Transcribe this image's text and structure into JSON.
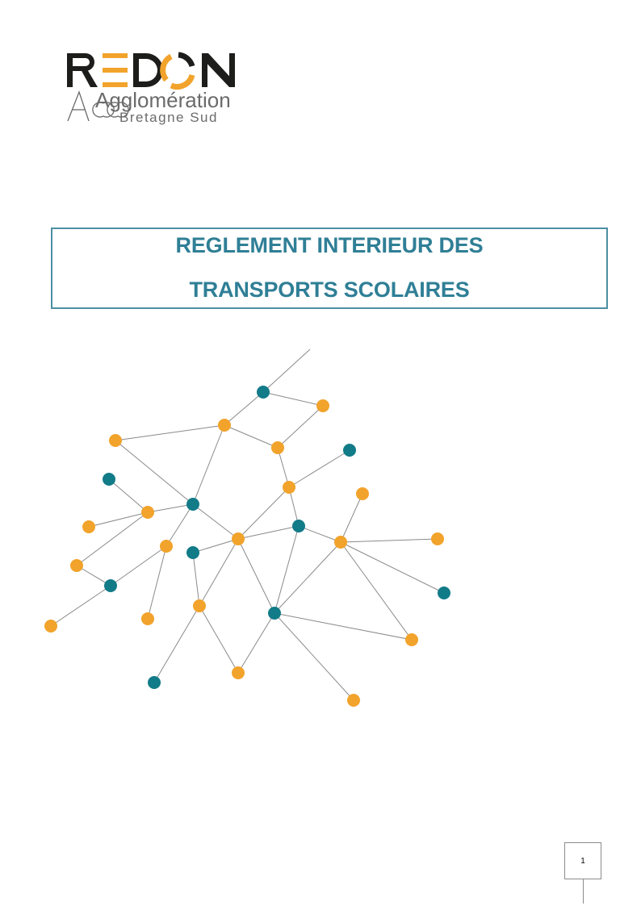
{
  "logo": {
    "wordmark": "REDON",
    "line2": "Agglomération",
    "line3": "Bretagne Sud",
    "colors": {
      "dark": "#1d1d1b",
      "accent": "#f2a32b",
      "grey": "#6b6b6b"
    }
  },
  "title": {
    "line1": "REGLEMENT INTERIEUR DES",
    "line2": "TRANSPORTS SCOLAIRES"
  },
  "illustration": {
    "colors": {
      "orange": "#f2a32b",
      "teal": "#127b88",
      "line": "#8a8a8a"
    }
  },
  "footer": {
    "page_number": "1"
  }
}
